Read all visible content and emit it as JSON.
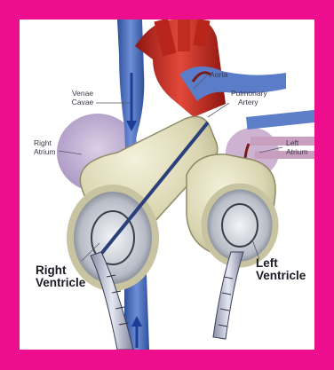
{
  "colors": {
    "border": "#ec0e8d",
    "vein": "#4a68b8",
    "aorta": "#c8271d",
    "device": "#d9d5b0"
  },
  "labels": {
    "venae_cavae_1": "Venae",
    "venae_cavae_2": "Cavae",
    "aorta": "Aorta",
    "pulmonary_1": "Pulmonary",
    "pulmonary_2": "Artery",
    "right_atrium_1": "Right",
    "right_atrium_2": "Atrium",
    "left_atrium_1": "Left",
    "left_atrium_2": "Atrium",
    "right_ventricle_1": "Right",
    "right_ventricle_2": "Ventricle",
    "left_ventricle_1": "Left",
    "left_ventricle_2": "Ventricle"
  }
}
